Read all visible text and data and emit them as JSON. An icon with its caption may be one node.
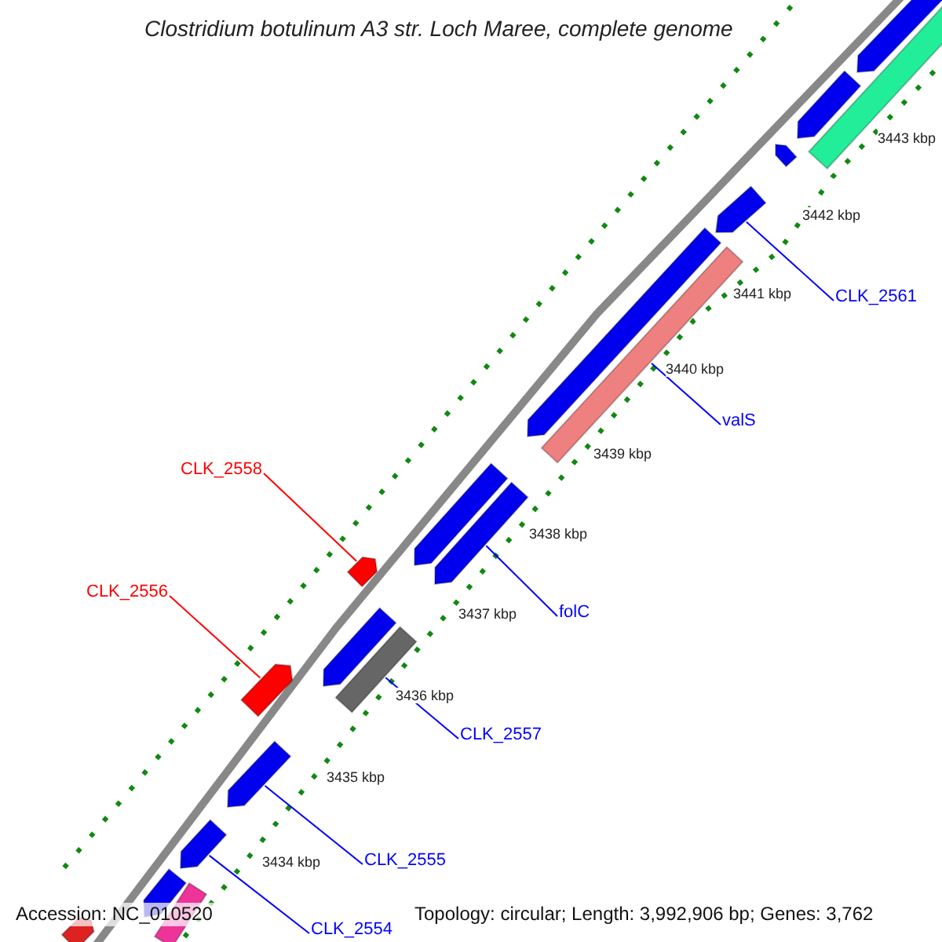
{
  "diagram": {
    "title": "Clostridium botulinum A3 str. Loch Maree, complete genome",
    "nodes": [
      {
        "text": [
          "CLK_2561"
        ]
      },
      {
        "text": [
          "valS"
        ]
      },
      {
        "text": [
          "CLK_2558"
        ]
      },
      {
        "text": [
          "folC"
        ]
      },
      {
        "text": [
          "CLK_2556"
        ]
      },
      {
        "text": [
          "CLK_2557"
        ]
      },
      {
        "text": [
          "CLK_2555"
        ]
      },
      {
        "text": [
          "CLK_2554"
        ]
      },
      {
        "text": [],
        "shape": "bar"
      },
      {
        "text": [],
        "shape": "bar"
      },
      {
        "text": [],
        "shape": "bar"
      },
      {
        "text": [],
        "shape": "bar"
      },
      {
        "text": [],
        "shape": "bar"
      },
      {
        "text": [],
        "shape": "bar"
      },
      {
        "text": [],
        "shape": "bar"
      },
      {
        "text": [],
        "shape": "bar"
      },
      {
        "text": [],
        "shape": "bar"
      },
      {
        "text": [],
        "shape": "bar"
      },
      {
        "text": [],
        "shape": "bar"
      },
      {
        "text": [],
        "shape": "bar"
      },
      {
        "text": [],
        "shape": "bar"
      },
      {
        "text": [],
        "shape": "bar"
      },
      {
        "text": [],
        "shape": "bar"
      },
      {
        "text": [],
        "shape": "bar"
      },
      {
        "text": [],
        "shape": "bar"
      },
      {
        "text": [],
        "shape": "bar"
      }
    ],
    "edges": [
      {
        "from": 0,
        "to": 12,
        "arrow": "none"
      },
      {
        "from": 1,
        "to": 14,
        "arrow": "none"
      },
      {
        "from": 2,
        "to": 16,
        "arrow": "none",
        "color": "#ff0000"
      },
      {
        "from": 3,
        "to": 17,
        "arrow": "none"
      },
      {
        "from": 4,
        "to": 20,
        "arrow": "none",
        "color": "#ff0000"
      },
      {
        "from": 5,
        "to": 19,
        "arrow": "none"
      },
      {
        "from": 6,
        "to": 21,
        "arrow": "none"
      },
      {
        "from": 7,
        "to": 22,
        "arrow": "none"
      }
    ],
    "labels": [
      "3443 kbp",
      "3442 kbp",
      "3441 kbp",
      "3440 kbp",
      "3439 kbp",
      "3438 kbp",
      "3437 kbp",
      "3436 kbp",
      "3435 kbp",
      "3434 kbp",
      "Accession: NC_010520",
      "Topology: circular; Length: 3,992,906 bp; Genes: 3,762"
    ]
  }
}
